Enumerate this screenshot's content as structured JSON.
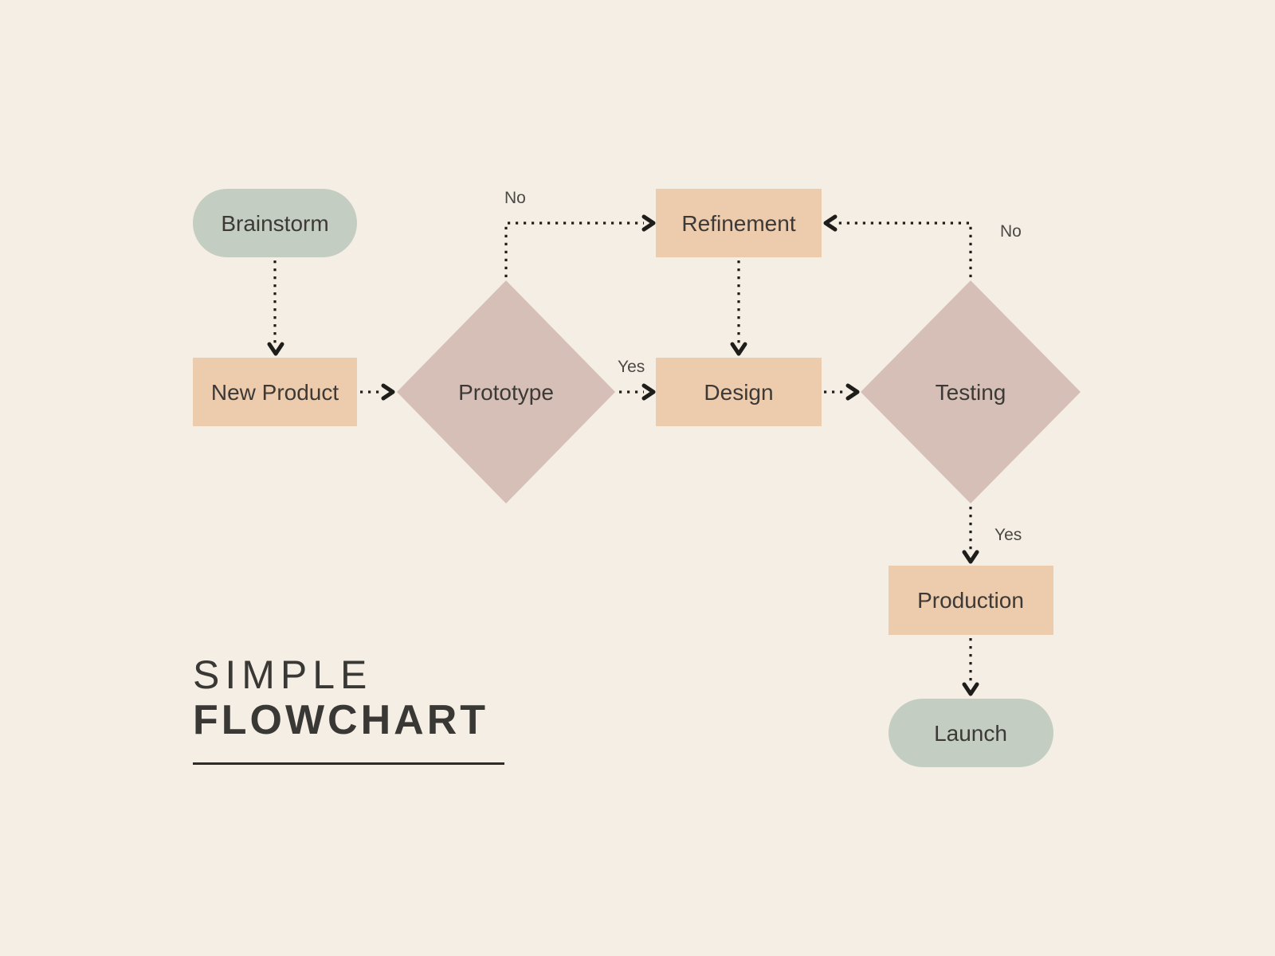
{
  "title": {
    "line1": "SIMPLE",
    "line2": "FLOWCHART"
  },
  "nodes": {
    "brainstorm": {
      "label": "Brainstorm",
      "type": "terminator"
    },
    "new_product": {
      "label": "New Product",
      "type": "process"
    },
    "prototype": {
      "label": "Prototype",
      "type": "decision"
    },
    "refinement": {
      "label": "Refinement",
      "type": "process"
    },
    "design": {
      "label": "Design",
      "type": "process"
    },
    "testing": {
      "label": "Testing",
      "type": "decision"
    },
    "production": {
      "label": "Production",
      "type": "process"
    },
    "launch": {
      "label": "Launch",
      "type": "terminator"
    }
  },
  "edges": [
    {
      "from": "Brainstorm",
      "to": "New Product",
      "label": ""
    },
    {
      "from": "New Product",
      "to": "Prototype",
      "label": ""
    },
    {
      "from": "Prototype",
      "to": "Refinement",
      "label": "No"
    },
    {
      "from": "Prototype",
      "to": "Design",
      "label": "Yes"
    },
    {
      "from": "Refinement",
      "to": "Design",
      "label": ""
    },
    {
      "from": "Design",
      "to": "Testing",
      "label": ""
    },
    {
      "from": "Testing",
      "to": "Refinement",
      "label": "No"
    },
    {
      "from": "Testing",
      "to": "Production",
      "label": "Yes"
    },
    {
      "from": "Production",
      "to": "Launch",
      "label": ""
    }
  ],
  "colors": {
    "background": "#f4eee5",
    "sage": "#c3cdc2",
    "peach": "#edcbad",
    "rose": "#d5bfb6",
    "ink": "#1f1d1a",
    "node_text": "#3c3936",
    "edge_text": "#4b4845",
    "title_text": "#3a3835"
  }
}
